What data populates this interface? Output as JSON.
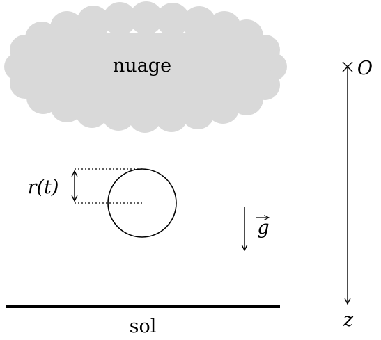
{
  "cloud": {
    "label": "nuage",
    "fill": "#d9d9d9"
  },
  "ground": {
    "label": "sol"
  },
  "droplet": {
    "radius_label": "r(t)"
  },
  "gravity": {
    "label": "g"
  },
  "axis": {
    "origin_label": "O",
    "axis_label": "z"
  },
  "colors": {
    "ink": "#000000",
    "background": "#ffffff"
  }
}
